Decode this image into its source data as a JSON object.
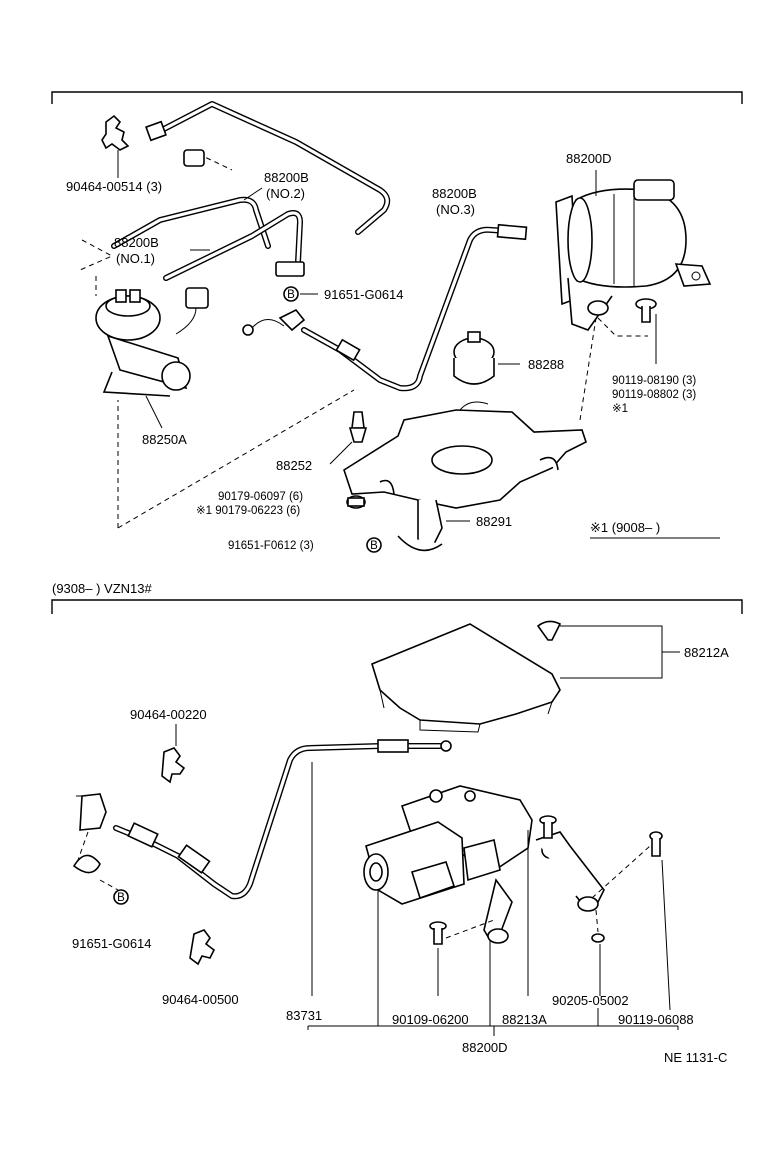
{
  "upper": {
    "items": {
      "p90464_00514": "90464-00514 (3)",
      "p88200b_no2": "88200B",
      "p88200b_no2_sub": "(NO.2)",
      "p88200b_no3": "88200B",
      "p88200b_no3_sub": "(NO.3)",
      "p88200b_no1": "88200B",
      "p88200b_no1_sub": "(NO.1)",
      "p88200d": "88200D",
      "p91651_g0614": "91651-G0614",
      "p88288": "88288",
      "p90119_08190": "90119-08190 (3)",
      "p90119_08802": "90119-08802 (3)",
      "note1": "※1",
      "p88250a": "88250A",
      "p88252": "88252",
      "p90179_06097": "90179-06097 (6)",
      "p90179_06223": "※1 90179-06223 (6)",
      "p88291": "88291",
      "p91651_f0612": "91651-F0612 (3)",
      "note_period": "※1 (9008–      )"
    },
    "bolt_mark": "B"
  },
  "lower": {
    "header": "(9308–         ) VZN13#",
    "items": {
      "p88212a": "88212A",
      "p90464_00220": "90464-00220",
      "p91651_g0614": "91651-G0614",
      "p90464_00500": "90464-00500",
      "p83731": "83731",
      "p90109_06200": "90109-06200",
      "p88213a": "88213A",
      "p90205_05002": "90205-05002",
      "p90119_06088": "90119-06088",
      "p88200d": "88200D"
    },
    "bolt_mark": "B"
  },
  "footer": {
    "code": "NE 1131-C"
  }
}
